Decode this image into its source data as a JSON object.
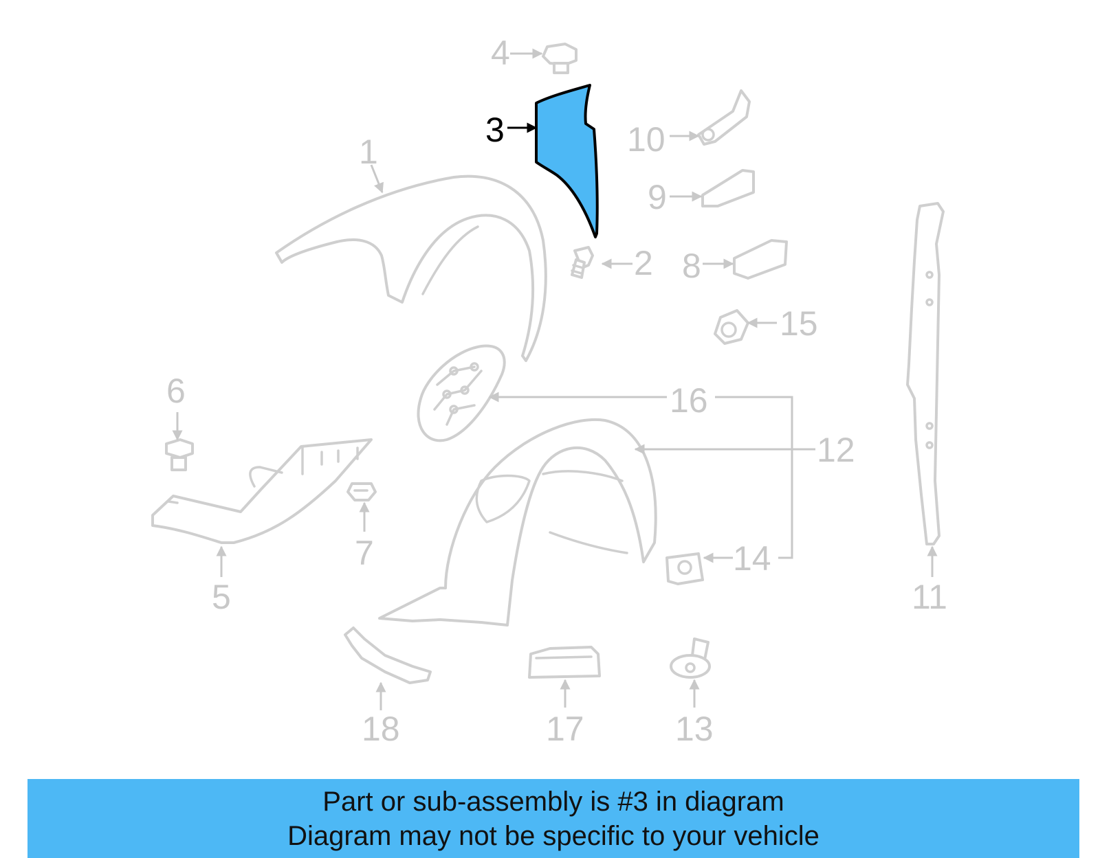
{
  "diagram": {
    "highlighted_part": "3",
    "highlight_color": "#4db8f5",
    "callouts": [
      "1",
      "2",
      "3",
      "4",
      "5",
      "6",
      "7",
      "8",
      "9",
      "10",
      "11",
      "12",
      "13",
      "14",
      "15",
      "16",
      "17",
      "18"
    ]
  },
  "banner": {
    "line1": "Part or sub-assembly is #3 in diagram",
    "line2": "Diagram may not be specific to your vehicle",
    "background": "#4db8f5"
  }
}
